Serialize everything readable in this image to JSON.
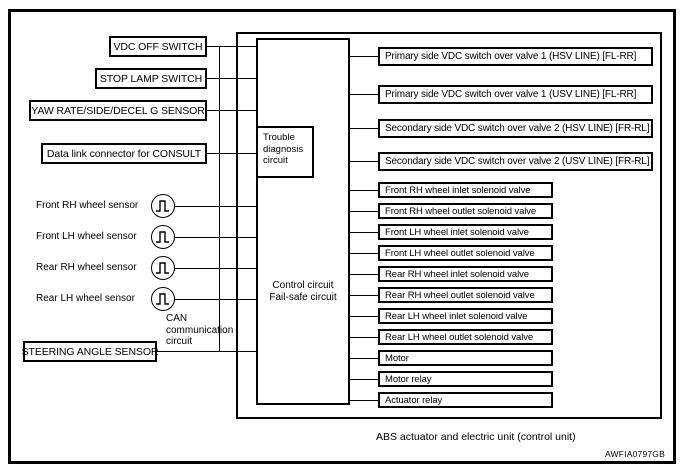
{
  "diagram": {
    "caption": "ABS actuator and electric unit (control unit)",
    "figure_id": "AWFIA0797GB",
    "unit": {
      "inner_label_line1": "Control circuit",
      "inner_label_line2": "Fail-safe circuit",
      "trouble_box": {
        "line1": "Trouble",
        "line2": "diagnosis",
        "line3": "circuit"
      }
    },
    "can_label": {
      "line1": "CAN",
      "line2": "communication",
      "line3": "circuit"
    },
    "inputs_boxed": [
      {
        "label": "VDC OFF SWITCH",
        "align": "center"
      },
      {
        "label": "STOP LAMP SWITCH",
        "align": "center"
      },
      {
        "label": "YAW RATE/SIDE/DECEL G SENSOR",
        "align": "center"
      },
      {
        "label": "Data link connector for CONSULT",
        "align": "center"
      },
      {
        "label": "STEERING ANGLE SENSOR",
        "align": "center"
      }
    ],
    "wheel_sensors": [
      {
        "label": "Front RH wheel sensor",
        "symbol": "pulse-wave-sensor-icon"
      },
      {
        "label": "Front LH wheel sensor",
        "symbol": "pulse-wave-sensor-icon"
      },
      {
        "label": "Rear RH wheel sensor",
        "symbol": "pulse-wave-sensor-icon"
      },
      {
        "label": "Rear LH wheel sensor",
        "symbol": "pulse-wave-sensor-icon"
      }
    ],
    "outputs_large": [
      {
        "label": "Primary side VDC switch over valve 1 (HSV LINE) [FL-RR]"
      },
      {
        "label": "Primary side VDC switch over valve 1 (USV LINE) [FL-RR]"
      },
      {
        "label": "Secondary side VDC switch over valve 2 (HSV LINE) [FR-RL]"
      },
      {
        "label": "Secondary side VDC switch over valve 2 (USV LINE) [FR-RL]"
      }
    ],
    "outputs_small": [
      {
        "label": "Front RH wheel inlet solenoid valve"
      },
      {
        "label": "Front RH wheel outlet solenoid valve"
      },
      {
        "label": "Front LH wheel inlet solenoid valve"
      },
      {
        "label": "Front LH wheel outlet solenoid valve"
      },
      {
        "label": "Rear RH wheel inlet solenoid valve"
      },
      {
        "label": "Rear RH wheel outlet solenoid valve"
      },
      {
        "label": "Rear LH wheel inlet solenoid valve"
      },
      {
        "label": "Rear LH wheel outlet solenoid valve"
      },
      {
        "label": "Motor"
      },
      {
        "label": "Motor relay"
      },
      {
        "label": "Actuator relay"
      }
    ],
    "colors": {
      "line": "#000000",
      "background": "#ffffff"
    }
  }
}
